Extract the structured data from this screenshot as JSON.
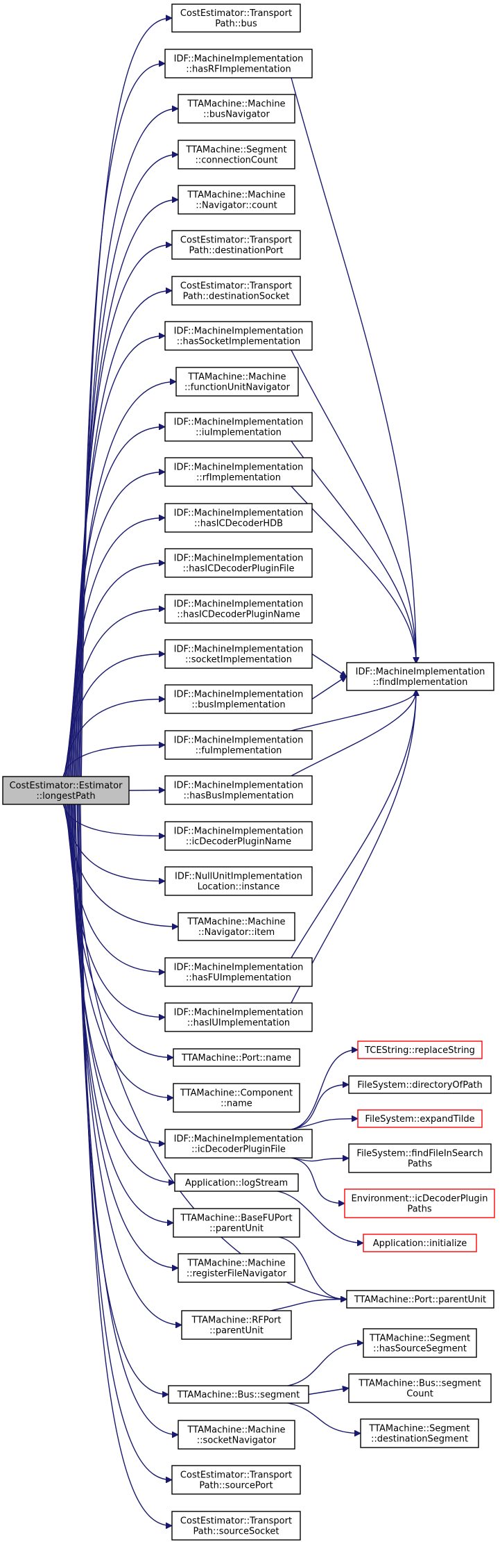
{
  "colors": {
    "edge": "#191970",
    "node_border": "#000000",
    "root_fill": "#bfbfbf",
    "missing_border": "#ff0000",
    "background": "#ffffff"
  },
  "nodes": [
    {
      "id": "root",
      "lines": [
        "CostEstimator::Estimator",
        "::longestPath"
      ],
      "style": "root"
    },
    {
      "id": "n1",
      "lines": [
        "CostEstimator::Transport",
        "Path::bus"
      ]
    },
    {
      "id": "n2",
      "lines": [
        "IDF::MachineImplementation",
        "::hasRFImplementation"
      ]
    },
    {
      "id": "n3",
      "lines": [
        "TTAMachine::Machine",
        "::busNavigator"
      ]
    },
    {
      "id": "n4",
      "lines": [
        "TTAMachine::Segment",
        "::connectionCount"
      ]
    },
    {
      "id": "n5",
      "lines": [
        "TTAMachine::Machine",
        "::Navigator::count"
      ]
    },
    {
      "id": "n6",
      "lines": [
        "CostEstimator::Transport",
        "Path::destinationPort"
      ]
    },
    {
      "id": "n7",
      "lines": [
        "CostEstimator::Transport",
        "Path::destinationSocket"
      ]
    },
    {
      "id": "n8",
      "lines": [
        "IDF::MachineImplementation",
        "::hasSocketImplementation"
      ]
    },
    {
      "id": "n9",
      "lines": [
        "TTAMachine::Machine",
        "::functionUnitNavigator"
      ]
    },
    {
      "id": "n10",
      "lines": [
        "IDF::MachineImplementation",
        "::iuImplementation"
      ]
    },
    {
      "id": "n11",
      "lines": [
        "IDF::MachineImplementation",
        "::rfImplementation"
      ]
    },
    {
      "id": "n12",
      "lines": [
        "IDF::MachineImplementation",
        "::hasICDecoderHDB"
      ]
    },
    {
      "id": "n13",
      "lines": [
        "IDF::MachineImplementation",
        "::hasICDecoderPluginFile"
      ]
    },
    {
      "id": "n14",
      "lines": [
        "IDF::MachineImplementation",
        "::hasICDecoderPluginName"
      ]
    },
    {
      "id": "n15",
      "lines": [
        "IDF::MachineImplementation",
        "::socketImplementation"
      ]
    },
    {
      "id": "n16",
      "lines": [
        "IDF::MachineImplementation",
        "::busImplementation"
      ]
    },
    {
      "id": "n17",
      "lines": [
        "IDF::MachineImplementation",
        "::fuImplementation"
      ]
    },
    {
      "id": "n18",
      "lines": [
        "IDF::MachineImplementation",
        "::hasBusImplementation"
      ]
    },
    {
      "id": "n19",
      "lines": [
        "IDF::MachineImplementation",
        "::icDecoderPluginName"
      ]
    },
    {
      "id": "n20",
      "lines": [
        "IDF::NullUnitImplementation",
        "Location::instance"
      ]
    },
    {
      "id": "n21",
      "lines": [
        "TTAMachine::Machine",
        "::Navigator::item"
      ]
    },
    {
      "id": "n22",
      "lines": [
        "IDF::MachineImplementation",
        "::hasFUImplementation"
      ]
    },
    {
      "id": "n23",
      "lines": [
        "IDF::MachineImplementation",
        "::hasIUImplementation"
      ]
    },
    {
      "id": "n24",
      "lines": [
        "TTAMachine::Port::name"
      ]
    },
    {
      "id": "n25",
      "lines": [
        "TTAMachine::Component",
        "::name"
      ]
    },
    {
      "id": "n26",
      "lines": [
        "IDF::MachineImplementation",
        "::icDecoderPluginFile"
      ]
    },
    {
      "id": "n27",
      "lines": [
        "Application::logStream"
      ]
    },
    {
      "id": "n28",
      "lines": [
        "TTAMachine::BaseFUPort",
        "::parentUnit"
      ]
    },
    {
      "id": "n29",
      "lines": [
        "TTAMachine::Machine",
        "::registerFileNavigator"
      ]
    },
    {
      "id": "n30",
      "lines": [
        "TTAMachine::RFPort",
        "::parentUnit"
      ]
    },
    {
      "id": "n31",
      "lines": [
        "TTAMachine::Bus::segment"
      ]
    },
    {
      "id": "n32",
      "lines": [
        "TTAMachine::Machine",
        "::socketNavigator"
      ]
    },
    {
      "id": "n33",
      "lines": [
        "CostEstimator::Transport",
        "Path::sourcePort"
      ]
    },
    {
      "id": "n34",
      "lines": [
        "CostEstimator::Transport",
        "Path::sourceSocket"
      ]
    },
    {
      "id": "fi",
      "lines": [
        "IDF::MachineImplementation",
        "::findImplementation"
      ]
    },
    {
      "id": "rs",
      "lines": [
        "TCEString::replaceString"
      ],
      "style": "missing"
    },
    {
      "id": "dp",
      "lines": [
        "FileSystem::directoryOfPath"
      ]
    },
    {
      "id": "et",
      "lines": [
        "FileSystem::expandTilde"
      ],
      "style": "missing"
    },
    {
      "id": "ff",
      "lines": [
        "FileSystem::findFileInSearch",
        "Paths"
      ]
    },
    {
      "id": "ic",
      "lines": [
        "Environment::icDecoderPlugin",
        "Paths"
      ],
      "style": "missing"
    },
    {
      "id": "ai",
      "lines": [
        "Application::initialize"
      ],
      "style": "missing"
    },
    {
      "id": "pp",
      "lines": [
        "TTAMachine::Port::parentUnit"
      ]
    },
    {
      "id": "hs",
      "lines": [
        "TTAMachine::Segment",
        "::hasSourceSegment"
      ]
    },
    {
      "id": "sc",
      "lines": [
        "TTAMachine::Bus::segment",
        "Count"
      ]
    },
    {
      "id": "ds",
      "lines": [
        "TTAMachine::Segment",
        "::destinationSegment"
      ]
    }
  ],
  "edges": [
    [
      "root",
      "n1"
    ],
    [
      "root",
      "n2"
    ],
    [
      "root",
      "n3"
    ],
    [
      "root",
      "n4"
    ],
    [
      "root",
      "n5"
    ],
    [
      "root",
      "n6"
    ],
    [
      "root",
      "n7"
    ],
    [
      "root",
      "n8"
    ],
    [
      "root",
      "n9"
    ],
    [
      "root",
      "n10"
    ],
    [
      "root",
      "n11"
    ],
    [
      "root",
      "n12"
    ],
    [
      "root",
      "n13"
    ],
    [
      "root",
      "n14"
    ],
    [
      "root",
      "n15"
    ],
    [
      "root",
      "n16"
    ],
    [
      "root",
      "n17"
    ],
    [
      "root",
      "n18"
    ],
    [
      "root",
      "n19"
    ],
    [
      "root",
      "n20"
    ],
    [
      "root",
      "n21"
    ],
    [
      "root",
      "n22"
    ],
    [
      "root",
      "n23"
    ],
    [
      "root",
      "n24"
    ],
    [
      "root",
      "n25"
    ],
    [
      "root",
      "n26"
    ],
    [
      "root",
      "n27"
    ],
    [
      "root",
      "n28"
    ],
    [
      "root",
      "n29"
    ],
    [
      "root",
      "pp"
    ],
    [
      "root",
      "n30"
    ],
    [
      "root",
      "n31"
    ],
    [
      "root",
      "n32"
    ],
    [
      "root",
      "n33"
    ],
    [
      "root",
      "n34"
    ],
    [
      "n2",
      "fi"
    ],
    [
      "n8",
      "fi"
    ],
    [
      "n10",
      "fi"
    ],
    [
      "n11",
      "fi"
    ],
    [
      "n15",
      "fi"
    ],
    [
      "n16",
      "fi"
    ],
    [
      "n17",
      "fi"
    ],
    [
      "n18",
      "fi"
    ],
    [
      "n22",
      "fi"
    ],
    [
      "n23",
      "fi"
    ],
    [
      "n26",
      "rs"
    ],
    [
      "n26",
      "dp"
    ],
    [
      "n26",
      "et"
    ],
    [
      "n26",
      "ff"
    ],
    [
      "n26",
      "ic"
    ],
    [
      "n27",
      "ai"
    ],
    [
      "n28",
      "pp"
    ],
    [
      "n30",
      "pp"
    ],
    [
      "n31",
      "hs"
    ],
    [
      "n31",
      "sc"
    ],
    [
      "n31",
      "ds"
    ]
  ]
}
